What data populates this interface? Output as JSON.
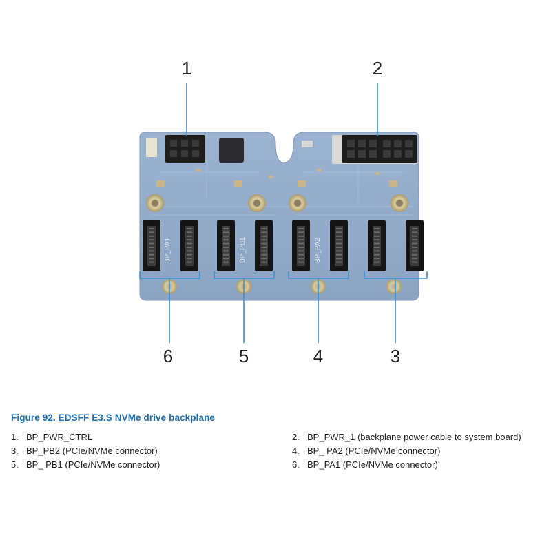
{
  "figure": {
    "callouts": [
      "1",
      "2",
      "3",
      "4",
      "5",
      "6"
    ],
    "silkscreen_labels": [
      "BP_PA1",
      "BP_PB1",
      "BP_PA2"
    ]
  },
  "caption": "Figure 92. EDSFF E3.S NVMe drive backplane",
  "legend": [
    {
      "num": "1.",
      "text": "BP_PWR_CTRL"
    },
    {
      "num": "2.",
      "text": "BP_PWR_1 (backplane power cable to system board)"
    },
    {
      "num": "3.",
      "text": "BP_PB2 (PCIe/NVMe connector)"
    },
    {
      "num": "4.",
      "text": "BP_ PA2 (PCIe/NVMe connector)"
    },
    {
      "num": "5.",
      "text": "BP_ PB1 (PCIe/NVMe connector)"
    },
    {
      "num": "6.",
      "text": "BP_PA1 (PCIe/NVMe connector)"
    }
  ],
  "colors": {
    "board": "#8fa8c8",
    "connector": "#1a1a1a",
    "callout_line": "#3a8fd0",
    "caption": "#1b6fb3"
  }
}
